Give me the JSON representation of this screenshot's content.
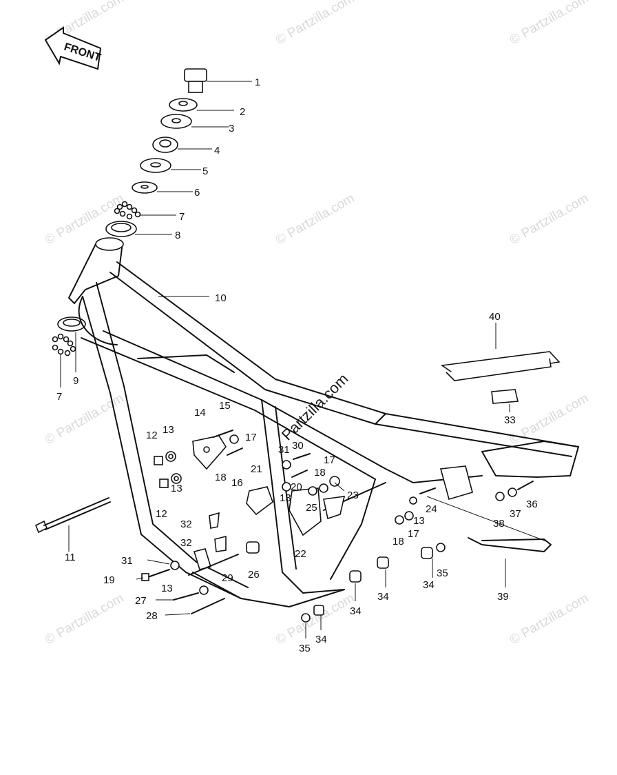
{
  "front_label": "FRONT",
  "watermark": {
    "text": "© Partzilla.com",
    "center_text": "Partzilla.com"
  },
  "callouts": [
    "1",
    "2",
    "3",
    "4",
    "5",
    "6",
    "7",
    "8",
    "10",
    "7",
    "9",
    "40",
    "14",
    "15",
    "13",
    "12",
    "17",
    "31",
    "30",
    "17",
    "18",
    "16",
    "13",
    "12",
    "21",
    "18",
    "20",
    "13",
    "25",
    "23",
    "24",
    "33",
    "32",
    "32",
    "31",
    "19",
    "13",
    "27",
    "28",
    "11",
    "29",
    "26",
    "22",
    "18",
    "17",
    "13",
    "38",
    "37",
    "36",
    "34",
    "34",
    "35",
    "39",
    "34",
    "35",
    "34"
  ]
}
